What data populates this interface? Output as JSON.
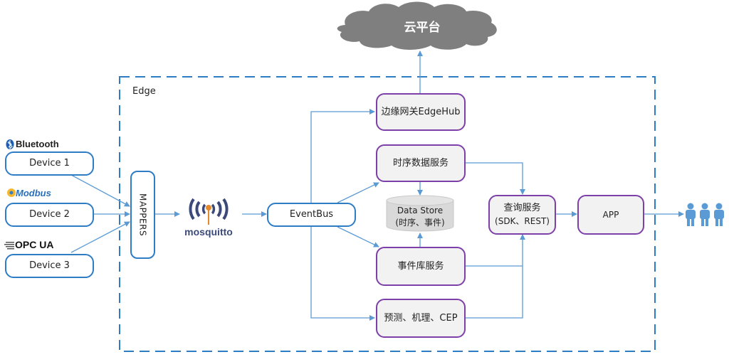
{
  "diagram": {
    "container_label": "Edge",
    "cloud": {
      "label": "云平台",
      "color": "#7f7f7f"
    },
    "protocols": [
      {
        "name": "Bluetooth",
        "icon": "bluetooth-logo"
      },
      {
        "name": "Modbus",
        "icon": "modbus-logo"
      },
      {
        "name": "OPC UA",
        "icon": "opc-ua-logo"
      }
    ],
    "devices": [
      "Device 1",
      "Device 2",
      "Device 3"
    ],
    "mappers": "MAPPERS",
    "broker": {
      "name": "mosquitto",
      "icon": "mosquitto-logo"
    },
    "eventbus": "EventBus",
    "services": {
      "edgehub": "边缘网关EdgeHub",
      "timeseries": "时序数据服务",
      "datastore_line1": "Data Store",
      "datastore_line2": "(时序、事件)",
      "eventstore": "事件库服务",
      "analytics": "预测、机理、CEP",
      "query_line1": "查询服务",
      "query_line2": "(SDK、REST)",
      "app": "APP"
    },
    "users_icon": "users-icon",
    "colors": {
      "arrow": "#5b9bd5",
      "edge_border": "#2e7cc4",
      "blue_box": "#2e7cc4",
      "purple_box": "#7d3fa8",
      "box_fill": "#f2f2f2",
      "datastore_fill": "#d9d9d9",
      "mosquitto_blue": "#3c4a7a",
      "mosquitto_orange": "#e48a2c",
      "users": "#5b9bd5"
    }
  }
}
